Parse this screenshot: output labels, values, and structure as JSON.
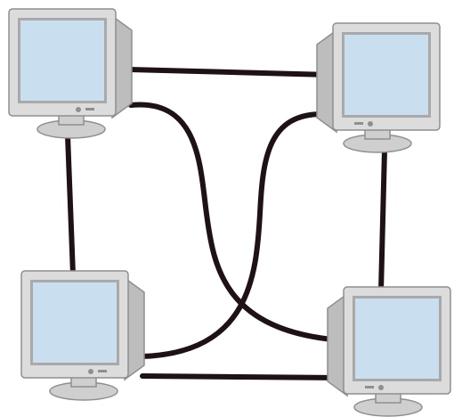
{
  "diagram": {
    "type": "network-topology",
    "nodes": [
      {
        "id": "monitor-top-left",
        "icon": "crt-monitor-icon"
      },
      {
        "id": "monitor-top-right",
        "icon": "crt-monitor-icon"
      },
      {
        "id": "monitor-bottom-left",
        "icon": "crt-monitor-icon"
      },
      {
        "id": "monitor-bottom-right",
        "icon": "crt-monitor-icon"
      }
    ],
    "links": [
      {
        "id": "link-top",
        "from": "monitor-top-left",
        "to": "monitor-top-right"
      },
      {
        "id": "link-left",
        "from": "monitor-top-left",
        "to": "monitor-bottom-left"
      },
      {
        "id": "link-right",
        "from": "monitor-top-right",
        "to": "monitor-bottom-right"
      },
      {
        "id": "link-bottom",
        "from": "monitor-bottom-left",
        "to": "monitor-bottom-right"
      },
      {
        "id": "link-diagonal-tl-br",
        "from": "monitor-top-left",
        "to": "monitor-bottom-right"
      },
      {
        "id": "link-diagonal-tr-bl",
        "from": "monitor-top-right",
        "to": "monitor-bottom-left"
      }
    ],
    "colors": {
      "cable": "#1e1216",
      "monitor_body": "#dcdcdc",
      "monitor_shade": "#bdbdbd",
      "monitor_edge": "#8f8f8f",
      "screen": "#c9dff0",
      "screen_bezel": "#a9a9a9",
      "stand": "#cfcfcf"
    }
  }
}
